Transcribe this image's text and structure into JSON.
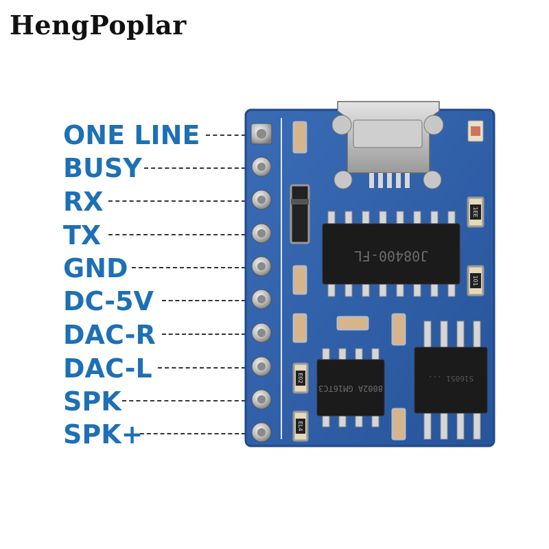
{
  "brand": "HengPoplar",
  "pins": [
    {
      "label": "ONE LINE"
    },
    {
      "label": "BUSY"
    },
    {
      "label": "RX"
    },
    {
      "label": "TX"
    },
    {
      "label": "GND"
    },
    {
      "label": "DC-5V"
    },
    {
      "label": "DAC-R"
    },
    {
      "label": "DAC-L"
    },
    {
      "label": "SPK"
    },
    {
      "label": "SPK+"
    }
  ],
  "chips": {
    "main": "J08400-FL",
    "amp": "8002A GM16TC3",
    "flash": "S16051 ..."
  },
  "components": {
    "r1": "1EE",
    "r2": "101",
    "r3": "E02",
    "r4": "EL4"
  },
  "colors": {
    "label": "#1e70b5",
    "pcb": "#2f5fa8",
    "pcb_edge": "#1f4a8a"
  }
}
